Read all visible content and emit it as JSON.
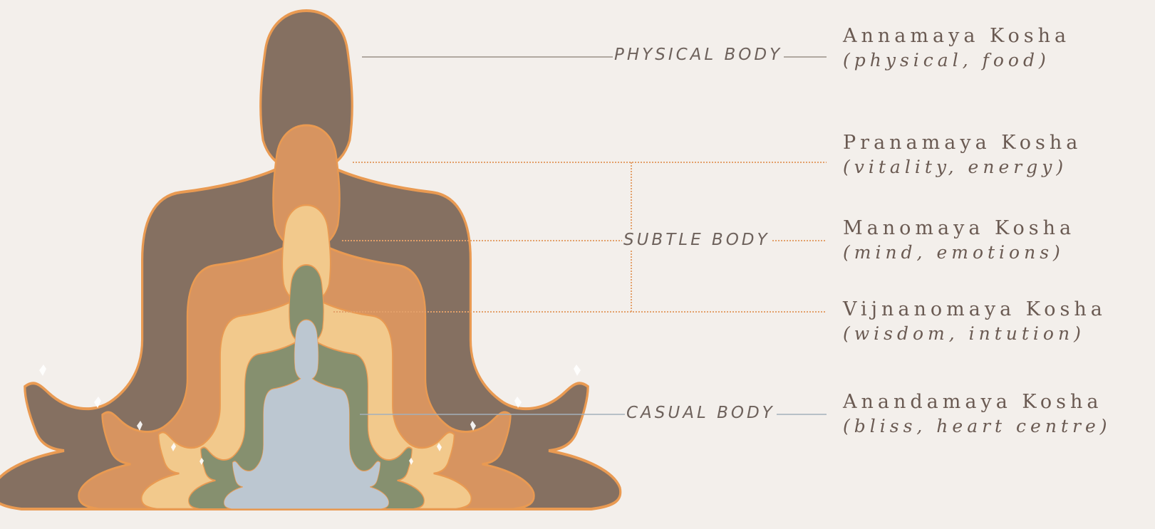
{
  "body_labels": {
    "physical": "PHYSICAL BODY",
    "subtle": "SUBTLE BODY",
    "casual": "CASUAL BODY"
  },
  "koshas": [
    {
      "name": "Annamaya Kosha",
      "desc": "(physical, food)",
      "color": "#857061"
    },
    {
      "name": "Pranamaya Kosha",
      "desc": "(vitality, energy)",
      "color": "#d79460"
    },
    {
      "name": "Manomaya Kosha",
      "desc": "(mind, emotions)",
      "color": "#f2c98c"
    },
    {
      "name": "Vijnanomaya Kosha",
      "desc": "(wisdom, intution)",
      "color": "#86906f"
    },
    {
      "name": "Anandamaya Kosha",
      "desc": "(bliss, heart centre)",
      "color": "#bcc7d1"
    }
  ],
  "colors": {
    "background": "#f3efeb",
    "outline": "#e99a52",
    "physical_line": "#9a9088",
    "subtle_line": "#e3a06a",
    "casual_line": "#a3b0bb"
  }
}
